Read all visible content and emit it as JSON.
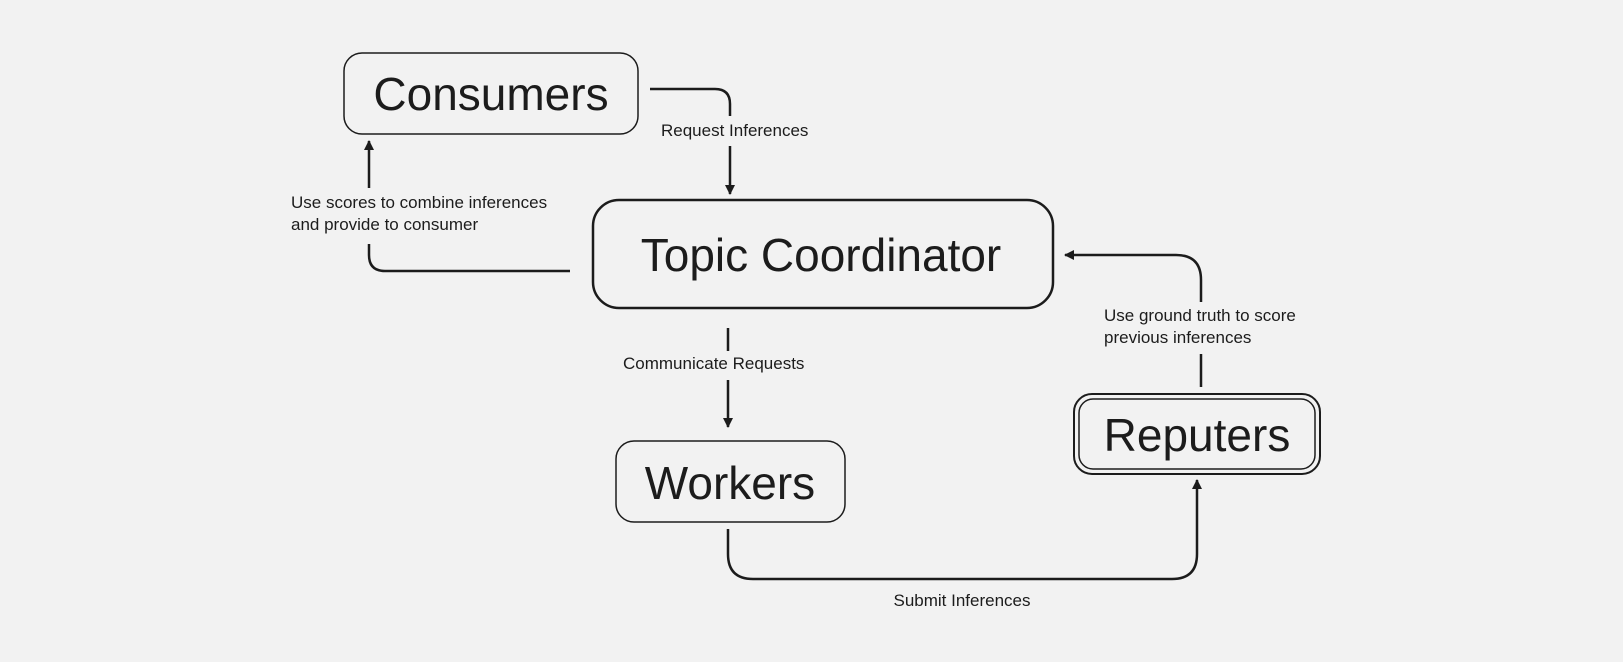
{
  "nodes": {
    "consumers": "Consumers",
    "topic_coordinator": "Topic Coordinator",
    "workers": "Workers",
    "reputers": "Reputers"
  },
  "edges": {
    "request_inferences": "Request Inferences",
    "combine_line1": "Use scores to combine inferences",
    "combine_line2": "and provide to consumer",
    "communicate_requests": "Communicate Requests",
    "submit_inferences": "Submit Inferences",
    "ground_truth_line1": "Use ground truth to score",
    "ground_truth_line2": "previous inferences"
  },
  "colors": {
    "background": "#f2f2f2",
    "stroke": "#1c1c1c"
  }
}
